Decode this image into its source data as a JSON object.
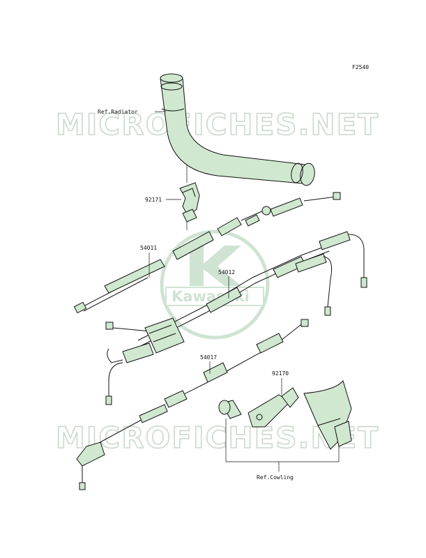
{
  "figure": {
    "code": "F2540",
    "watermark_text": "MICROFICHES.NET",
    "brand_text": "Kawasaki",
    "colors": {
      "part_fill": "#cfe8cf",
      "line": "#111111",
      "watermark": "#c9d9cc"
    }
  },
  "callouts": [
    {
      "id": "ref-radiator",
      "text": "Ref.Radiator"
    },
    {
      "id": "92171",
      "text": "92171"
    },
    {
      "id": "54011",
      "text": "54011"
    },
    {
      "id": "54012",
      "text": "54012"
    },
    {
      "id": "54017",
      "text": "54017"
    },
    {
      "id": "92170",
      "text": "92170"
    },
    {
      "id": "ref-cowling",
      "text": "Ref.Cowling"
    }
  ]
}
